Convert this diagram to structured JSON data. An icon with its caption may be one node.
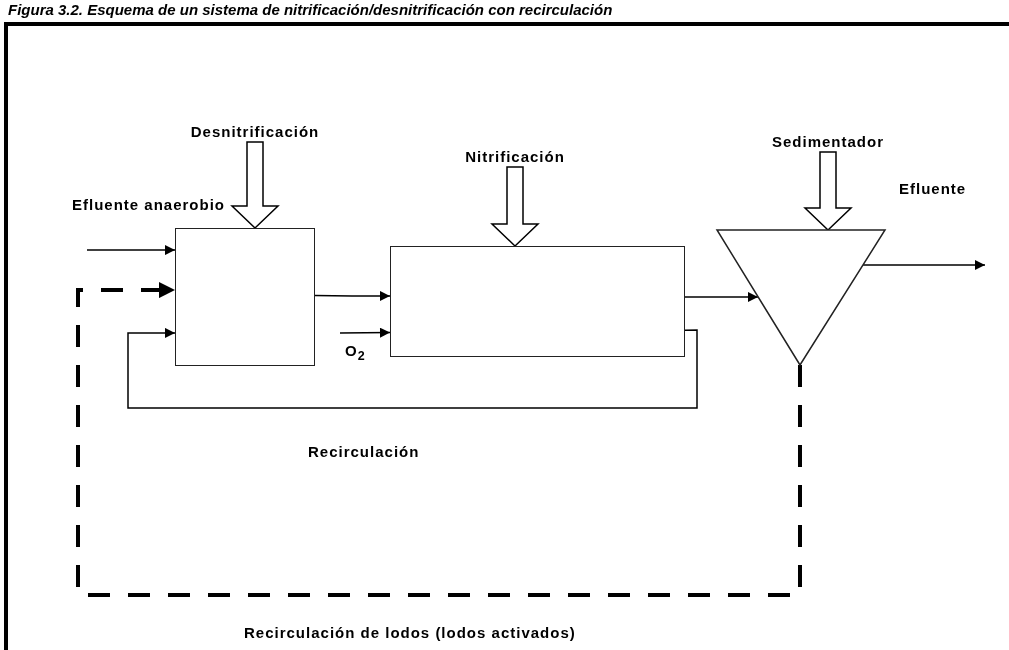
{
  "diagram": {
    "title": "Figura 3.2. Esquema de un sistema de nitrificación/desnitrificación con recirculación",
    "nodes": [
      {
        "text": [
          "Desnitrificación"
        ]
      },
      {
        "text": [
          "Nitrificación"
        ]
      },
      {
        "text": [
          "Sedimentador"
        ]
      },
      {
        "text": [],
        "shape": "box"
      },
      {
        "text": [],
        "shape": "box"
      },
      {
        "text": [],
        "shape": "triangle"
      }
    ],
    "edges": [
      {
        "from": null,
        "to": 3,
        "arrow": "to",
        "label": "Efluente anaerobio"
      },
      {
        "from": 5,
        "to": 3,
        "arrow": "to",
        "style": "dashed",
        "label": "Recirculación de lodos (lodos activados)"
      },
      {
        "from": 4,
        "to": 3,
        "arrow": "to",
        "label": "Recirculación"
      },
      {
        "from": 3,
        "to": 4,
        "arrow": "to"
      },
      {
        "from": null,
        "to": 4,
        "arrow": "to",
        "label": "O$_{2}$"
      },
      {
        "from": 4,
        "to": 5,
        "arrow": "to"
      },
      {
        "from": 5,
        "to": null,
        "arrow": "to",
        "label": "Efluente"
      },
      {
        "from": 0,
        "to": 3,
        "arrow": "to",
        "style": "thick"
      },
      {
        "from": 1,
        "to": 4,
        "arrow": "to",
        "style": "thick"
      },
      {
        "from": 2,
        "to": 5,
        "arrow": "to",
        "style": "thick"
      }
    ]
  }
}
